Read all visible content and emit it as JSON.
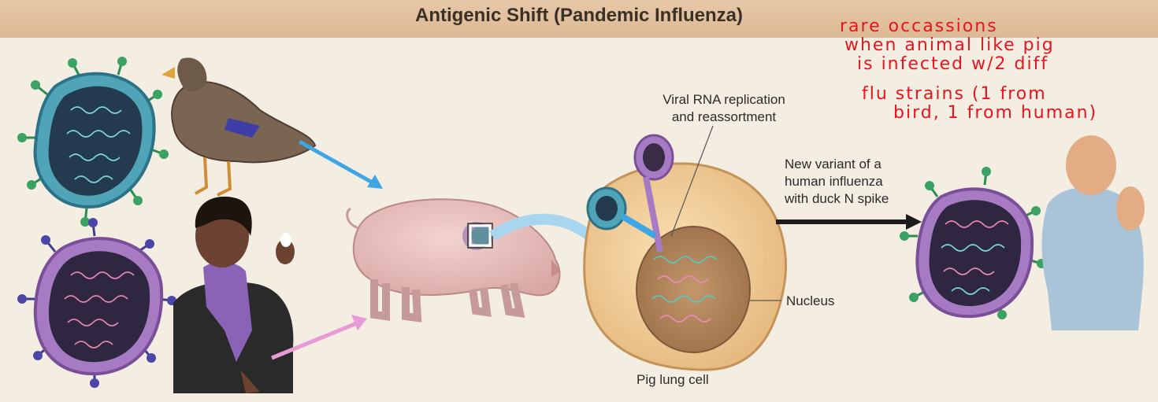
{
  "title": "Antigenic Shift (Pandemic Influenza)",
  "labels": {
    "replication_line1": "Viral RNA replication",
    "replication_line2": "and reassortment",
    "variant_line1": "New variant of a",
    "variant_line2": "human influenza",
    "variant_line3": "with duck N spike",
    "nucleus": "Nucleus",
    "pig_lung_cell": "Pig lung cell"
  },
  "annotation": {
    "line1": "rare occassions",
    "line2": "when animal like pig",
    "line3": "is infected w/2 diff",
    "line4": "flu strains (1 from",
    "line5": "bird, 1 from human)"
  },
  "colors": {
    "duck_virus": "#4fa4b8",
    "human_virus": "#a77bc4",
    "arrow_blue": "#3fa6e6",
    "arrow_pink": "#e79ad6",
    "annotation_ink": "#e8141e"
  }
}
